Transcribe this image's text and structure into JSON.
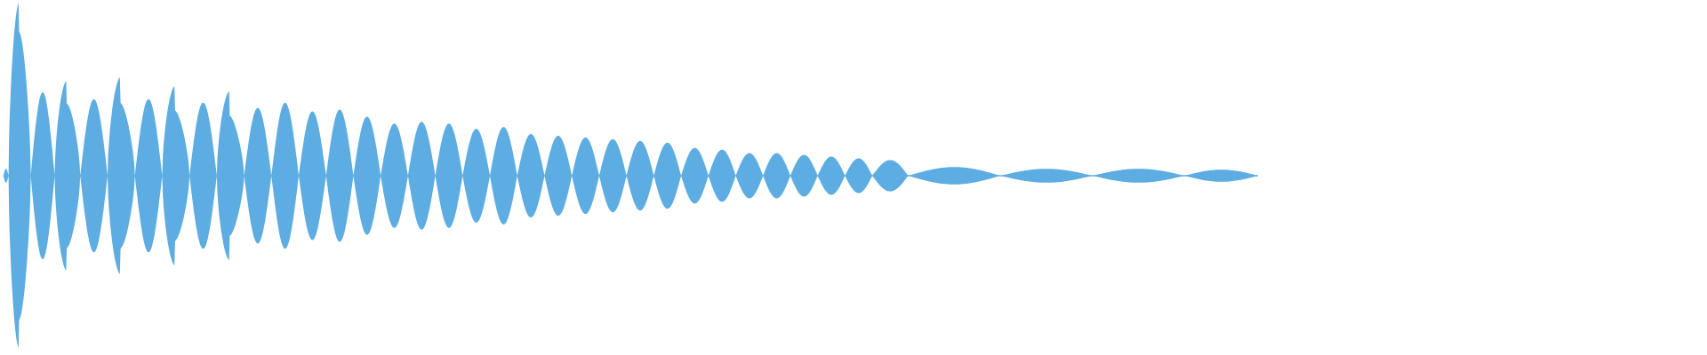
{
  "waveform": {
    "fill_color": "#5dade2",
    "background_color": "#ffffff",
    "lobes": [
      {
        "start": 0.002,
        "end": 0.005,
        "amp": 0.04
      },
      {
        "start": 0.005,
        "end": 0.018,
        "amp": 1.0,
        "shoulder": 0.55
      },
      {
        "start": 0.018,
        "end": 0.032,
        "amp": 0.48
      },
      {
        "start": 0.032,
        "end": 0.047,
        "amp": 0.55,
        "shoulder": 0.45
      },
      {
        "start": 0.047,
        "end": 0.063,
        "amp": 0.44
      },
      {
        "start": 0.063,
        "end": 0.079,
        "amp": 0.57,
        "shoulder": 0.42
      },
      {
        "start": 0.079,
        "end": 0.095,
        "amp": 0.44
      },
      {
        "start": 0.095,
        "end": 0.111,
        "amp": 0.52,
        "shoulder": 0.4
      },
      {
        "start": 0.111,
        "end": 0.127,
        "amp": 0.42
      },
      {
        "start": 0.127,
        "end": 0.143,
        "amp": 0.49,
        "shoulder": 0.38
      },
      {
        "start": 0.143,
        "end": 0.159,
        "amp": 0.39
      },
      {
        "start": 0.159,
        "end": 0.175,
        "amp": 0.42
      },
      {
        "start": 0.175,
        "end": 0.191,
        "amp": 0.37
      },
      {
        "start": 0.191,
        "end": 0.207,
        "amp": 0.38
      },
      {
        "start": 0.207,
        "end": 0.223,
        "amp": 0.34
      },
      {
        "start": 0.223,
        "end": 0.239,
        "amp": 0.3
      },
      {
        "start": 0.239,
        "end": 0.255,
        "amp": 0.31
      },
      {
        "start": 0.255,
        "end": 0.271,
        "amp": 0.3
      },
      {
        "start": 0.271,
        "end": 0.287,
        "amp": 0.27
      },
      {
        "start": 0.287,
        "end": 0.303,
        "amp": 0.28
      },
      {
        "start": 0.303,
        "end": 0.319,
        "amp": 0.24
      },
      {
        "start": 0.319,
        "end": 0.335,
        "amp": 0.23
      },
      {
        "start": 0.335,
        "end": 0.351,
        "amp": 0.22
      },
      {
        "start": 0.351,
        "end": 0.367,
        "amp": 0.21
      },
      {
        "start": 0.367,
        "end": 0.383,
        "amp": 0.2
      },
      {
        "start": 0.383,
        "end": 0.399,
        "amp": 0.19
      },
      {
        "start": 0.399,
        "end": 0.415,
        "amp": 0.16
      },
      {
        "start": 0.415,
        "end": 0.431,
        "amp": 0.15
      },
      {
        "start": 0.431,
        "end": 0.447,
        "amp": 0.13
      },
      {
        "start": 0.447,
        "end": 0.463,
        "amp": 0.13
      },
      {
        "start": 0.463,
        "end": 0.479,
        "amp": 0.12
      },
      {
        "start": 0.479,
        "end": 0.495,
        "amp": 0.11
      },
      {
        "start": 0.495,
        "end": 0.511,
        "amp": 0.1
      },
      {
        "start": 0.511,
        "end": 0.532,
        "amp": 0.09
      },
      {
        "start": 0.532,
        "end": 0.586,
        "amp": 0.05
      },
      {
        "start": 0.586,
        "end": 0.64,
        "amp": 0.04
      },
      {
        "start": 0.64,
        "end": 0.694,
        "amp": 0.04
      },
      {
        "start": 0.694,
        "end": 0.737,
        "amp": 0.035
      }
    ]
  }
}
